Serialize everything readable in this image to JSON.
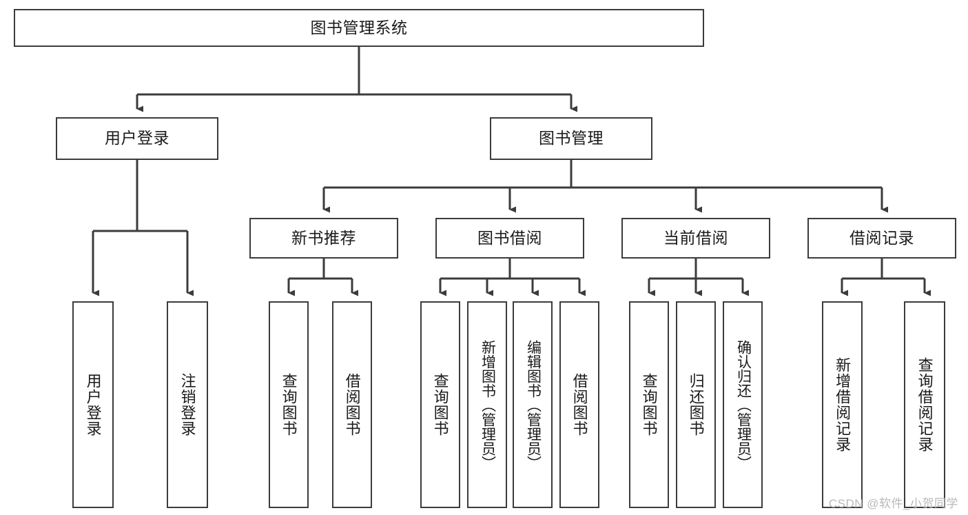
{
  "diagram": {
    "type": "tree-hierarchy",
    "root": {
      "id": "root",
      "label": "图书管理系统"
    },
    "level2": [
      {
        "id": "user-login",
        "label": "用户登录"
      },
      {
        "id": "book-manage",
        "label": "图书管理"
      }
    ],
    "level3": [
      {
        "id": "new-book-rec",
        "label": "新书推荐"
      },
      {
        "id": "book-borrow",
        "label": "图书借阅"
      },
      {
        "id": "current-borrow",
        "label": "当前借阅"
      },
      {
        "id": "borrow-record",
        "label": "借阅记录"
      }
    ],
    "leaves": [
      {
        "id": "leaf-user-login",
        "label": "用户登录",
        "parent": "user-login"
      },
      {
        "id": "leaf-user-logout",
        "label": "注销登录",
        "parent": "user-login"
      },
      {
        "id": "leaf-query-book-1",
        "label": "查询图书",
        "parent": "new-book-rec"
      },
      {
        "id": "leaf-borrow-book-1",
        "label": "借阅图书",
        "parent": "new-book-rec"
      },
      {
        "id": "leaf-query-book-2",
        "label": "查询图书",
        "parent": "book-borrow"
      },
      {
        "id": "leaf-add-book",
        "label": "新增图书（管理员）",
        "parent": "book-borrow"
      },
      {
        "id": "leaf-edit-book",
        "label": "编辑图书（管理员）",
        "parent": "book-borrow"
      },
      {
        "id": "leaf-borrow-book-2",
        "label": "借阅图书",
        "parent": "book-borrow"
      },
      {
        "id": "leaf-query-book-3",
        "label": "查询图书",
        "parent": "current-borrow"
      },
      {
        "id": "leaf-return-book",
        "label": "归还图书",
        "parent": "current-borrow"
      },
      {
        "id": "leaf-confirm-return",
        "label": "确认归还（管理员）",
        "parent": "current-borrow"
      },
      {
        "id": "leaf-add-record",
        "label": "新增借阅记录",
        "parent": "borrow-record"
      },
      {
        "id": "leaf-query-record",
        "label": "查询借阅记录",
        "parent": "borrow-record"
      }
    ]
  },
  "watermark": {
    "text": "CSDN @软件_小贺同学"
  },
  "colors": {
    "stroke": "#3b3b3b",
    "background": "#ffffff",
    "text": "#1a1a1a",
    "watermark": "#b9b9b9"
  }
}
